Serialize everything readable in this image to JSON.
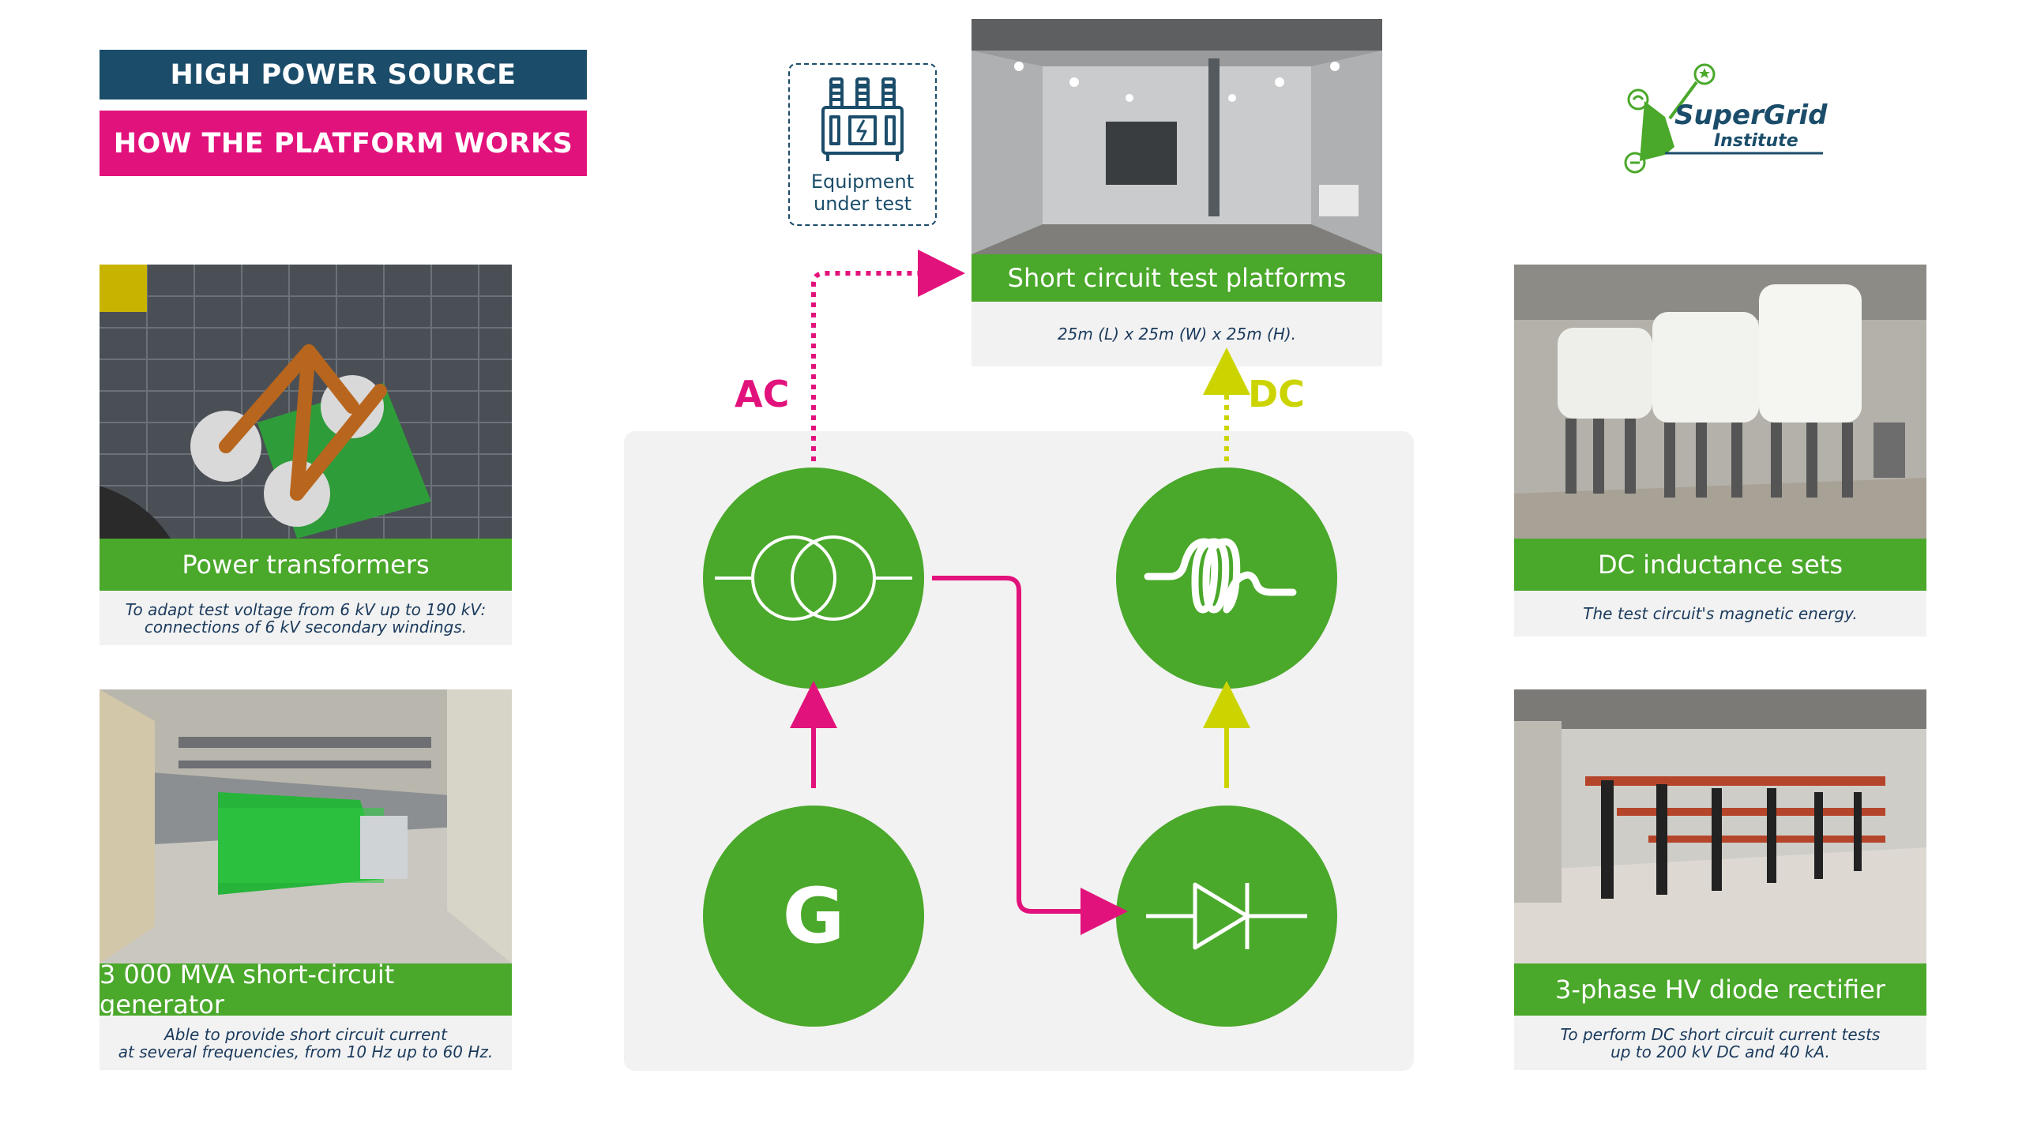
{
  "header": {
    "title": "HIGH POWER SOURCE",
    "subtitle": "HOW THE PLATFORM WORKS"
  },
  "colors": {
    "navy": "#1b4d6a",
    "magenta": "#e2127c",
    "green": "#4aa82a",
    "yellow": "#ccd400",
    "panel": "#f2f2f2"
  },
  "cards": {
    "power_transformers": {
      "title": "Power transformers",
      "desc_line1": "To adapt test voltage from 6 kV up to 190 kV:",
      "desc_line2": "connections of 6 kV secondary windings."
    },
    "generator": {
      "title": "3 000 MVA short-circuit generator",
      "desc_line1": "Able to provide short circuit current",
      "desc_line2": "at several frequencies, from 10 Hz up to 60 Hz."
    },
    "test_platforms": {
      "title": "Short circuit test platforms",
      "desc": "25m (L) x 25m (W) x 25m (H)."
    },
    "dc_inductance": {
      "title": "DC inductance sets",
      "desc": "The test circuit's magnetic energy."
    },
    "rectifier": {
      "title": "3-phase HV diode rectifier",
      "desc_line1": "To perform DC short circuit current tests",
      "desc_line2": "up to 200 kV DC and 40 kA."
    }
  },
  "diagram": {
    "ac_label": "AC",
    "dc_label": "DC",
    "generator_letter": "G",
    "nodes": [
      "transformer-icon",
      "inductance-icon",
      "generator-icon",
      "diode-icon"
    ]
  },
  "equipment": {
    "line1": "Equipment",
    "line2": "under test"
  },
  "logo": {
    "name": "SuperGrid",
    "sub": "Institute"
  }
}
